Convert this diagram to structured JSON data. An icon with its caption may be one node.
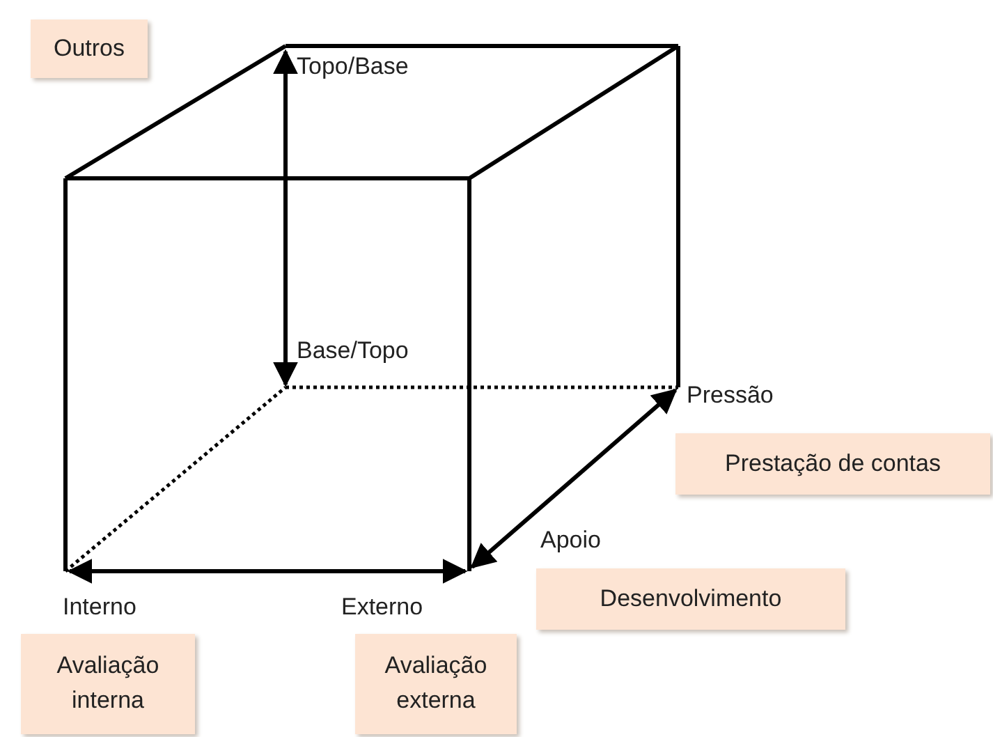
{
  "diagram": {
    "nodes": [
      {
        "text": [
          "Outros"
        ]
      },
      {
        "text": [
          "Prestação de contas"
        ]
      },
      {
        "text": [
          "Desenvolvimento"
        ]
      },
      {
        "text": [
          "Avaliação interna"
        ]
      },
      {
        "text": [
          "Avaliação externa"
        ]
      }
    ],
    "labels": [
      "Topo/Base",
      "Base/Topo",
      "Pressão",
      "Apoio",
      "Interno",
      "Externo"
    ]
  }
}
